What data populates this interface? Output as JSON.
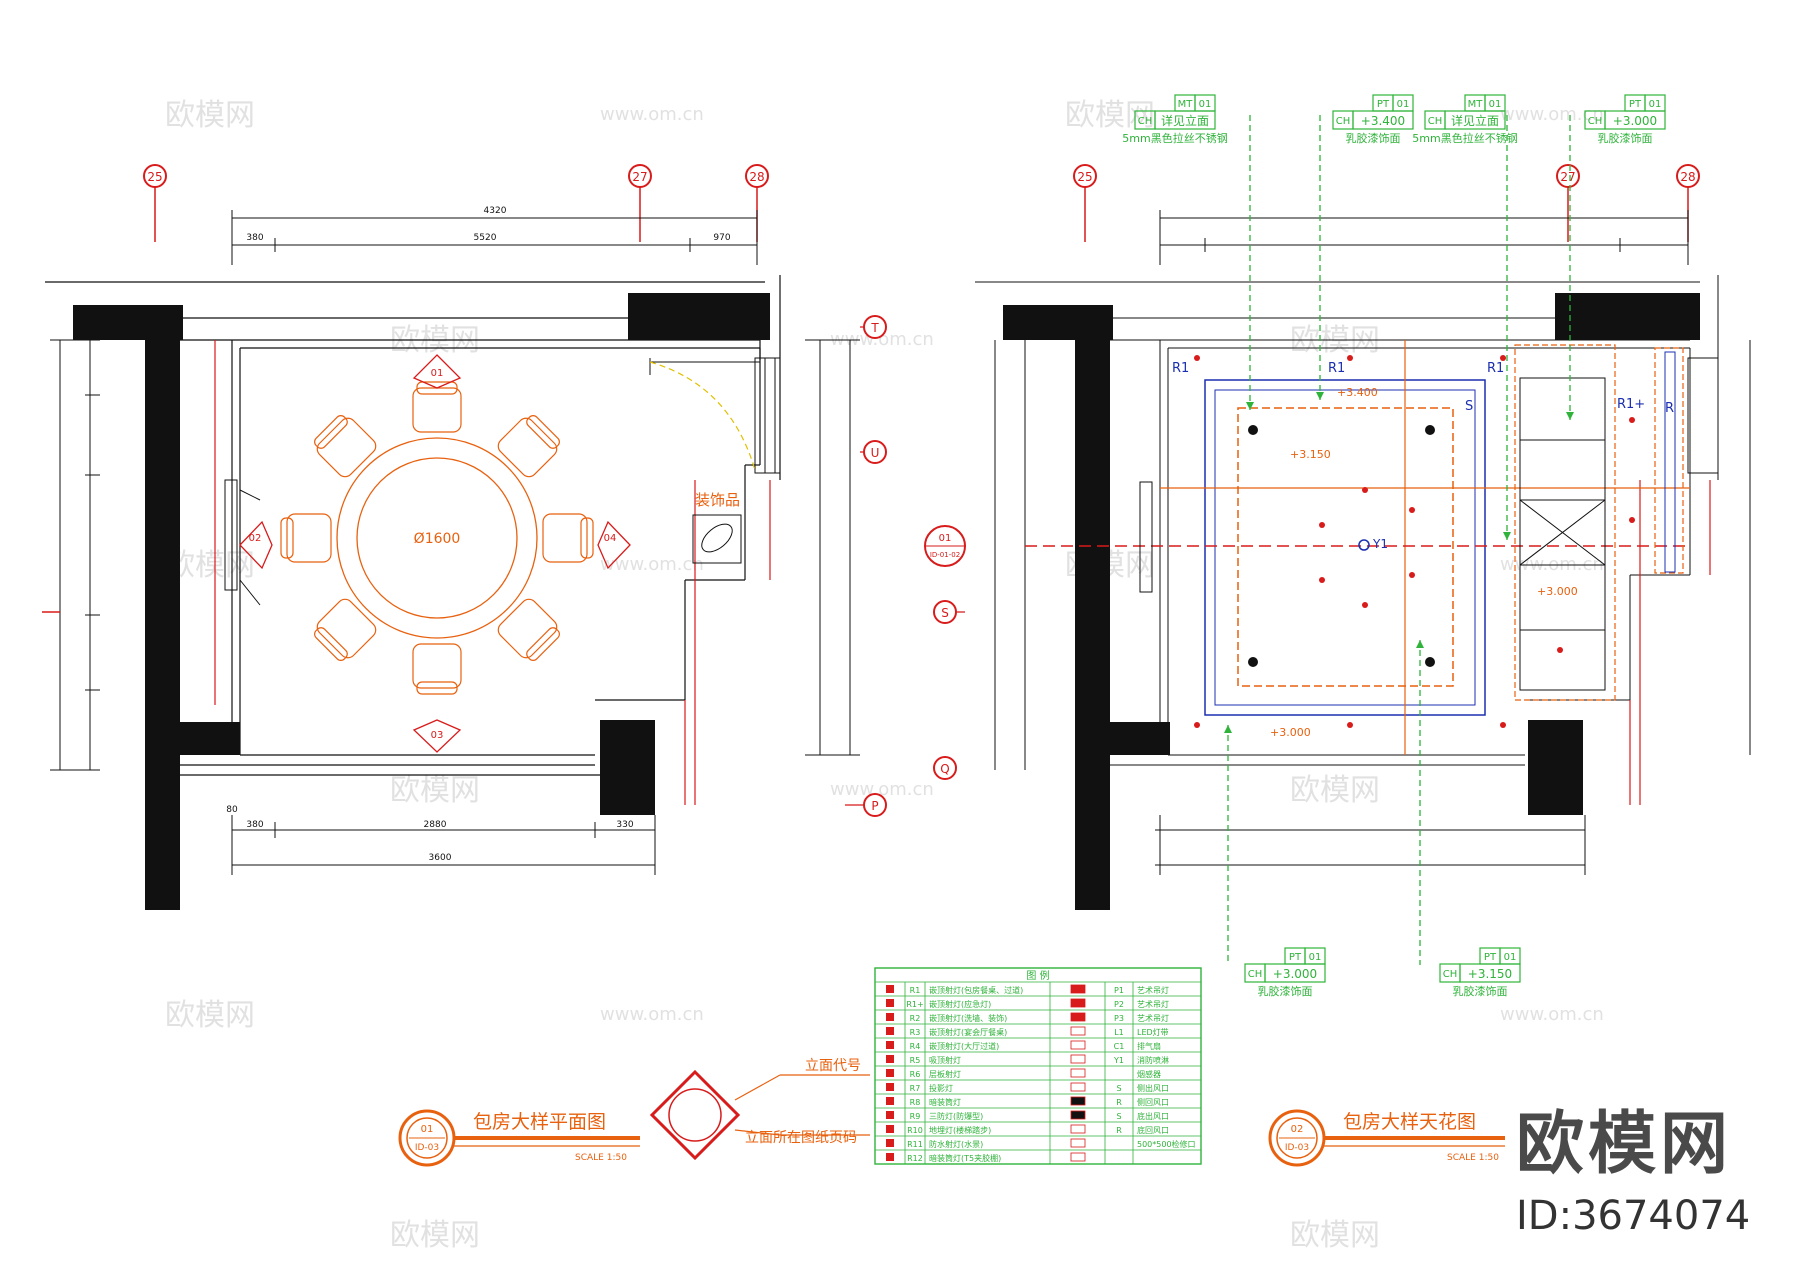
{
  "plan_left": {
    "title": "包房大样平面图",
    "number": "01",
    "sheet": "ID-03",
    "scale": "SCALE 1:50",
    "table_label": "Ø1600",
    "decor_label": "装饰品",
    "axis_top": [
      "25",
      "27",
      "28"
    ],
    "axis_right": [
      "T",
      "U",
      "S",
      "Q",
      "P"
    ],
    "dim_top": "4320",
    "dim_top_sub": [
      "380",
      "5520",
      "970"
    ],
    "dim_bottom": "3600",
    "dim_bottom_sub": [
      "380",
      "2880",
      "330",
      "80"
    ],
    "elev_tags": [
      "01",
      "02",
      "04",
      "03"
    ]
  },
  "plan_right": {
    "title": "包房大样天花图",
    "number": "02",
    "sheet": "ID-03",
    "scale": "SCALE 1:50",
    "axis_top": [
      "25",
      "27",
      "28"
    ],
    "section_tag": {
      "num": "01",
      "sheet": "ID-01-02"
    },
    "ceiling_labels": [
      "+3.400",
      "+3.150",
      "+3.000",
      "+3.000"
    ],
    "fixtures": [
      "R1",
      "R1",
      "R1",
      "R1+",
      "R",
      "S",
      "Y1"
    ]
  },
  "callouts_top": [
    {
      "code1": "MT",
      "code2": "01",
      "code3": "CH",
      "value": "详见立面",
      "note": "5mm黑色拉丝不锈钢"
    },
    {
      "code1": "PT",
      "code2": "01",
      "code3": "CH",
      "value": "+3.400",
      "note": "乳胶漆饰面"
    },
    {
      "code1": "MT",
      "code2": "01",
      "code3": "CH",
      "value": "详见立面",
      "note": "5mm黑色拉丝不锈钢"
    },
    {
      "code1": "PT",
      "code2": "01",
      "code3": "CH",
      "value": "+3.000",
      "note": "乳胶漆饰面"
    }
  ],
  "callouts_bottom": [
    {
      "code1": "PT",
      "code2": "01",
      "code3": "CH",
      "value": "+3.000",
      "note": "乳胶漆饰面"
    },
    {
      "code1": "PT",
      "code2": "01",
      "code3": "CH",
      "value": "+3.150",
      "note": "乳胶漆饰面"
    }
  ],
  "legend": {
    "title": "图  例",
    "rows": [
      [
        "R1",
        "嵌顶射灯(包房餐桌、过道)",
        "P1",
        "艺术吊灯"
      ],
      [
        "R1+",
        "嵌顶射灯(应急灯)",
        "P2",
        "艺术吊灯"
      ],
      [
        "R2",
        "嵌顶射灯(洗墙、装饰)",
        "P3",
        "艺术吊灯"
      ],
      [
        "R3",
        "嵌顶射灯(宴会厅餐桌)",
        "L1",
        "LED灯带"
      ],
      [
        "R4",
        "嵌顶射灯(大厅过道)",
        "C1",
        "排气扇"
      ],
      [
        "R5",
        "吸顶射灯",
        "Y1",
        "消防喷淋"
      ],
      [
        "R6",
        "层板射灯",
        "",
        "烟感器"
      ],
      [
        "R7",
        "投影灯",
        "S",
        "侧出风口"
      ],
      [
        "R8",
        "暗装筒灯",
        "R",
        "侧回风口"
      ],
      [
        "R9",
        "三防灯(防爆型)",
        "S",
        "底出风口"
      ],
      [
        "R10",
        "地埋灯(楼梯踏步)",
        "R",
        "底回风口"
      ],
      [
        "R11",
        "防水射灯(水景)",
        "",
        "500*500检修口"
      ],
      [
        "R12",
        "暗装筒灯(T5夹胶棚)",
        "",
        ""
      ]
    ]
  },
  "key": {
    "label_top": "立面代号",
    "label_bottom": "立面所在图纸页码"
  },
  "watermark": "欧模网",
  "watermark_url": "www.om.cn",
  "brand": {
    "name": "欧模网",
    "id": "ID:3674074"
  }
}
